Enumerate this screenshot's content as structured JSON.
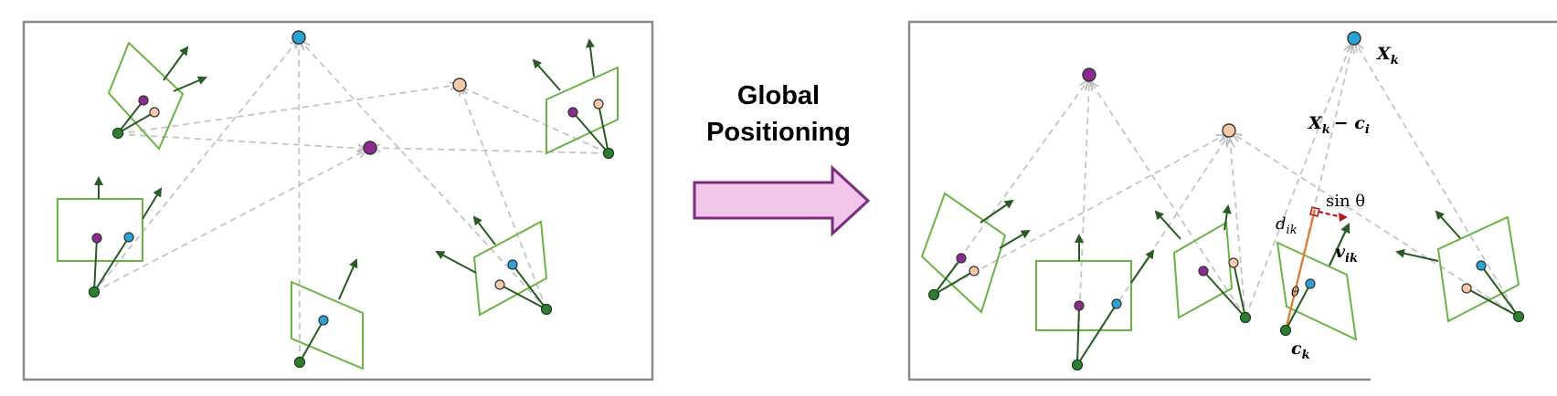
{
  "colors": {
    "frame": "#8a8a8a",
    "camera_frame": "#6ab344",
    "camera_ray": "#2a5a24",
    "camera_center_fill": "#2f7d32",
    "dashed": "#c0c0c0",
    "point_blue": "#2aa2d8",
    "point_purple": "#8b2b8f",
    "point_peach": "#f6c9a9",
    "arrow_fill": "#f2c6ea",
    "arrow_stroke": "#7b2a7d",
    "orange_line": "#e07a2e",
    "red_dash": "#c0181a"
  },
  "transition": {
    "label_line1": "Global",
    "label_line2": "Positioning"
  },
  "annotations": {
    "X_k": "X",
    "X_k_sub": "k",
    "X_minus_c_main": "X",
    "X_minus_c_sub": "k",
    "X_minus_c_rest": "− c",
    "X_minus_c_rest_sub": "i",
    "sin_theta": "sin θ",
    "d_ik": "d",
    "d_ik_sub": "ik",
    "v_ik": "v",
    "v_ik_sub": "ik",
    "theta": "θ",
    "c_k": "c",
    "c_k_sub": "k"
  }
}
